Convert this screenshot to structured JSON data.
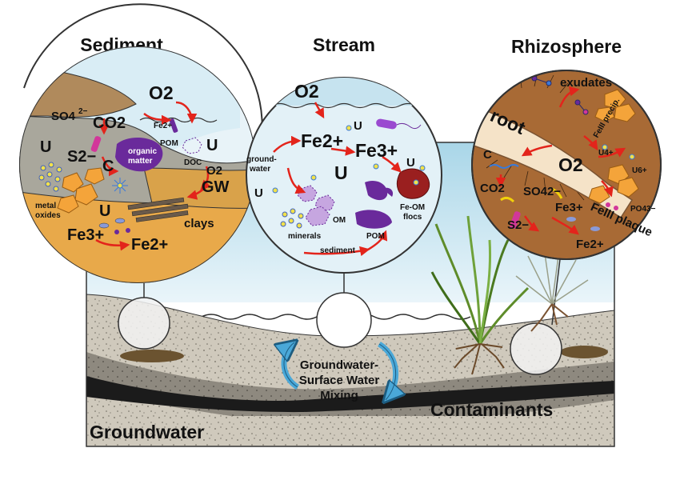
{
  "titles": {
    "sediment": "Sediment",
    "stream": "Stream",
    "rhizosphere": "Rhizosphere"
  },
  "bottom": {
    "groundwater": "Groundwater",
    "contaminants": "Contaminants",
    "mixing_line1": "Groundwater-",
    "mixing_line2": "Surface Water",
    "mixing_line3": "Mixing"
  },
  "sediment": {
    "o2": "O2",
    "so4": "SO4",
    "so4_charge": "2−",
    "co2": "CO2",
    "fe2_small": "Fe2+",
    "pom": "POM",
    "u_right": "U",
    "u_left": "U",
    "s2": "S2−",
    "c": "C",
    "organic_matter_1": "organic",
    "organic_matter_2": "matter",
    "doc": "DOC",
    "o2_right": "O2",
    "gw": "GW",
    "metal_oxides_1": "metal",
    "metal_oxides_2": "oxides",
    "u_bottom": "U",
    "clays": "clays",
    "fe3": "Fe3+",
    "fe2": "Fe2+"
  },
  "stream": {
    "o2": "O2",
    "fe2": "Fe2+",
    "u_top": "U",
    "groundwater_1": "ground-",
    "groundwater_2": "water",
    "fe3": "Fe3+",
    "u_center": "U",
    "u_right": "U",
    "u_left": "U",
    "om": "OM",
    "fe_om_1": "Fe-OM",
    "fe_om_2": "flocs",
    "minerals": "minerals",
    "pom": "POM",
    "sediment": "sediment"
  },
  "rhizosphere": {
    "exudates": "exudates",
    "root": "root",
    "fe_precip": "FeIII precip.",
    "c": "C",
    "u4": "U4+",
    "o2": "O2",
    "u6": "U6+",
    "co2": "CO2",
    "so4": "SO42−",
    "fe3": "Fe3+",
    "fe_plaque": "FeIII plaque",
    "po4": "PO43−",
    "s2": "S2−",
    "fe2": "Fe2+"
  },
  "colors": {
    "sky": "#c6e3ef",
    "water": "#e3f1f7",
    "sediment_top": "#b08a5c",
    "sediment_gray": "#a9a79c",
    "soil_brown": "#a86a35",
    "orange": "#f4a43a",
    "arrow_red": "#e3241b",
    "purple": "#6a2a9b",
    "magenta": "#d2379a",
    "blue_arrow": "#4aa8d8"
  }
}
